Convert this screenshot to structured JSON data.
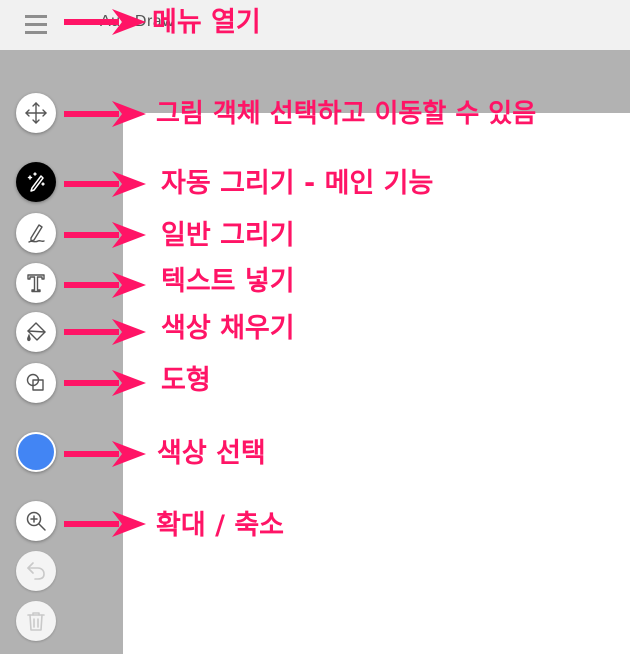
{
  "app": {
    "title": "AutoDraw"
  },
  "colors": {
    "accent_pink": "#ff1466",
    "selected_color": "#4285f4"
  },
  "toolbar": {
    "menu_icon": "hamburger-menu-icon",
    "tools": [
      {
        "name": "select",
        "icon": "move-arrows-icon",
        "annotation": "그림 객체 선택하고 이동할 수 있음"
      },
      {
        "name": "autodraw",
        "icon": "magic-pen-sparkle-icon",
        "annotation": "자동 그리기 - 메인 기능",
        "active": true
      },
      {
        "name": "draw",
        "icon": "pencil-icon",
        "annotation": "일반 그리기"
      },
      {
        "name": "type",
        "icon": "text-t-icon",
        "annotation": "텍스트 넣기"
      },
      {
        "name": "fill",
        "icon": "paint-bucket-icon",
        "annotation": "색상 채우기"
      },
      {
        "name": "shape",
        "icon": "shapes-icon",
        "annotation": "도형"
      },
      {
        "name": "color",
        "icon": "color-circle",
        "annotation": "색상 선택"
      },
      {
        "name": "zoom",
        "icon": "zoom-in-icon",
        "annotation": "확대 / 축소"
      },
      {
        "name": "undo",
        "icon": "undo-icon",
        "disabled": true
      },
      {
        "name": "delete",
        "icon": "trash-icon",
        "disabled": true
      }
    ]
  },
  "annotations": {
    "menu": "메뉴 열기"
  }
}
